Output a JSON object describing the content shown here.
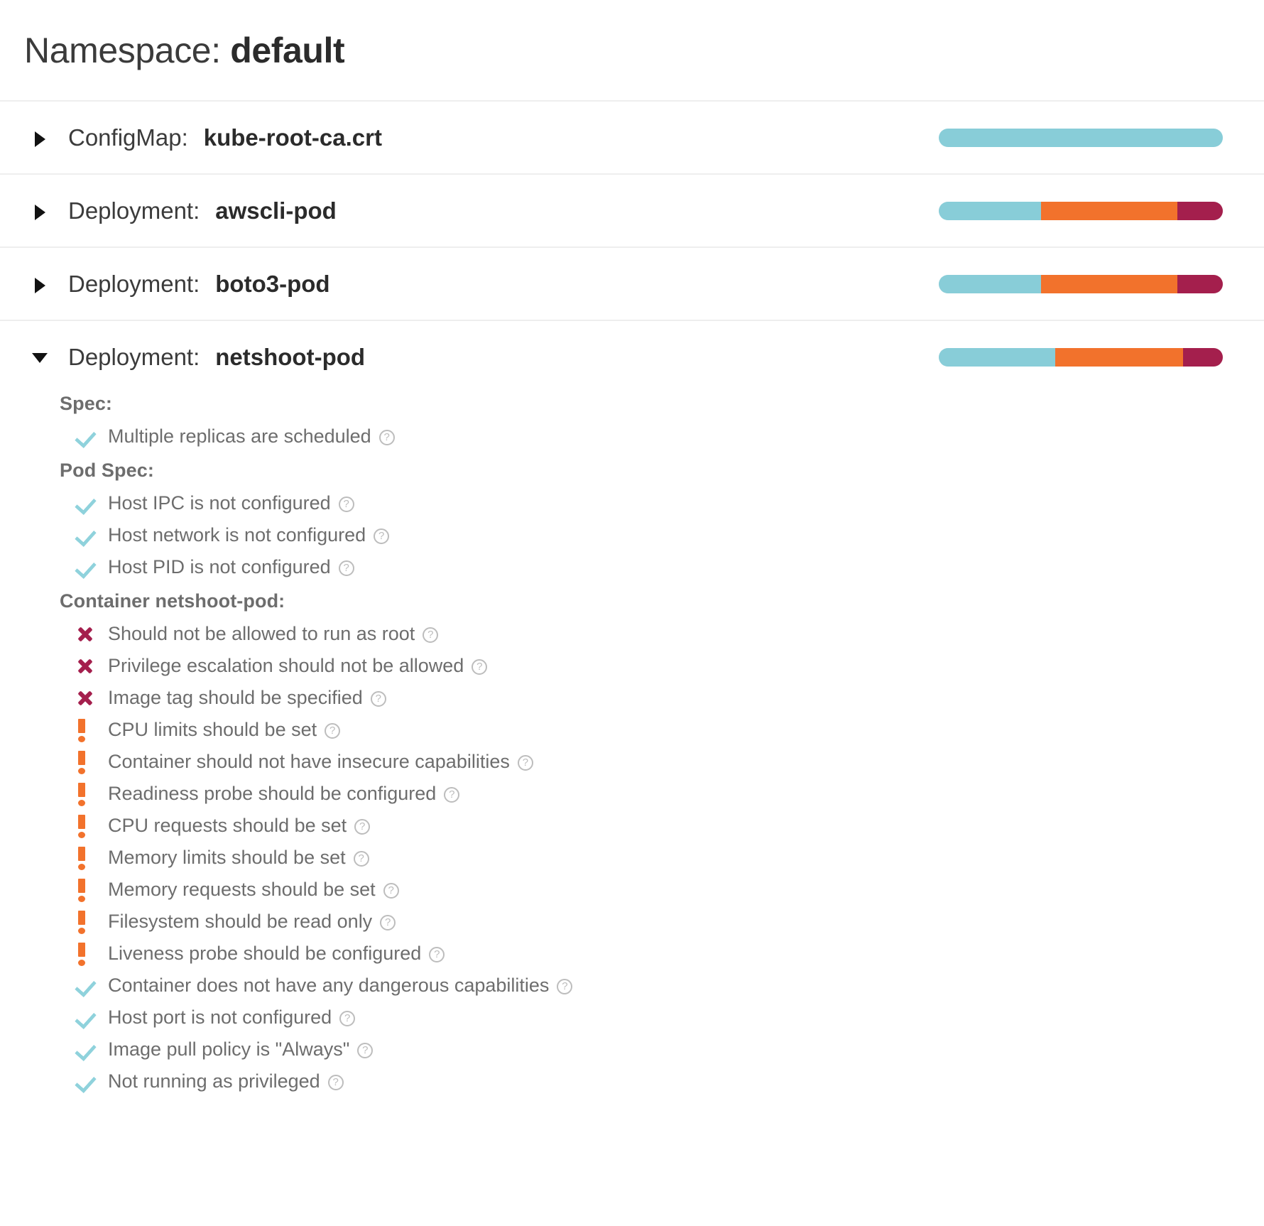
{
  "header": {
    "label": "Namespace:",
    "value": "default"
  },
  "icons": {
    "caret_collapsed": "chevron-right-icon",
    "caret_expanded": "chevron-down-icon",
    "pass": "check-icon",
    "fail": "x-icon",
    "warn": "exclamation-icon",
    "help": "help-circle-icon"
  },
  "colors": {
    "pass": "#88cdd8",
    "warn": "#f2722c",
    "fail": "#a41f4d",
    "help": "#bdbdbd",
    "text": "#6d6d6d",
    "divider": "#eeeeee"
  },
  "help_glyph": "?",
  "resources": [
    {
      "kind": "ConfigMap:",
      "name": "kube-root-ca.crt",
      "expanded": false,
      "score": {
        "pass": 100,
        "warn": 0,
        "fail": 0
      }
    },
    {
      "kind": "Deployment:",
      "name": "awscli-pod",
      "expanded": false,
      "score": {
        "pass": 36,
        "warn": 48,
        "fail": 16
      }
    },
    {
      "kind": "Deployment:",
      "name": "boto3-pod",
      "expanded": false,
      "score": {
        "pass": 36,
        "warn": 48,
        "fail": 16
      }
    },
    {
      "kind": "Deployment:",
      "name": "netshoot-pod",
      "expanded": true,
      "score": {
        "pass": 41,
        "warn": 45,
        "fail": 14
      },
      "sections": [
        {
          "title": "Spec:",
          "checks": [
            {
              "status": "pass",
              "label": "Multiple replicas are scheduled"
            }
          ]
        },
        {
          "title": "Pod Spec:",
          "checks": [
            {
              "status": "pass",
              "label": "Host IPC is not configured"
            },
            {
              "status": "pass",
              "label": "Host network is not configured"
            },
            {
              "status": "pass",
              "label": "Host PID is not configured"
            }
          ]
        },
        {
          "title": "Container netshoot-pod:",
          "checks": [
            {
              "status": "fail",
              "label": "Should not be allowed to run as root"
            },
            {
              "status": "fail",
              "label": "Privilege escalation should not be allowed"
            },
            {
              "status": "fail",
              "label": "Image tag should be specified"
            },
            {
              "status": "warn",
              "label": "CPU limits should be set"
            },
            {
              "status": "warn",
              "label": "Container should not have insecure capabilities"
            },
            {
              "status": "warn",
              "label": "Readiness probe should be configured"
            },
            {
              "status": "warn",
              "label": "CPU requests should be set"
            },
            {
              "status": "warn",
              "label": "Memory limits should be set"
            },
            {
              "status": "warn",
              "label": "Memory requests should be set"
            },
            {
              "status": "warn",
              "label": "Filesystem should be read only"
            },
            {
              "status": "warn",
              "label": "Liveness probe should be configured"
            },
            {
              "status": "pass",
              "label": "Container does not have any dangerous capabilities"
            },
            {
              "status": "pass",
              "label": "Host port is not configured"
            },
            {
              "status": "pass",
              "label": "Image pull policy is \"Always\""
            },
            {
              "status": "pass",
              "label": "Not running as privileged"
            }
          ]
        }
      ]
    }
  ]
}
